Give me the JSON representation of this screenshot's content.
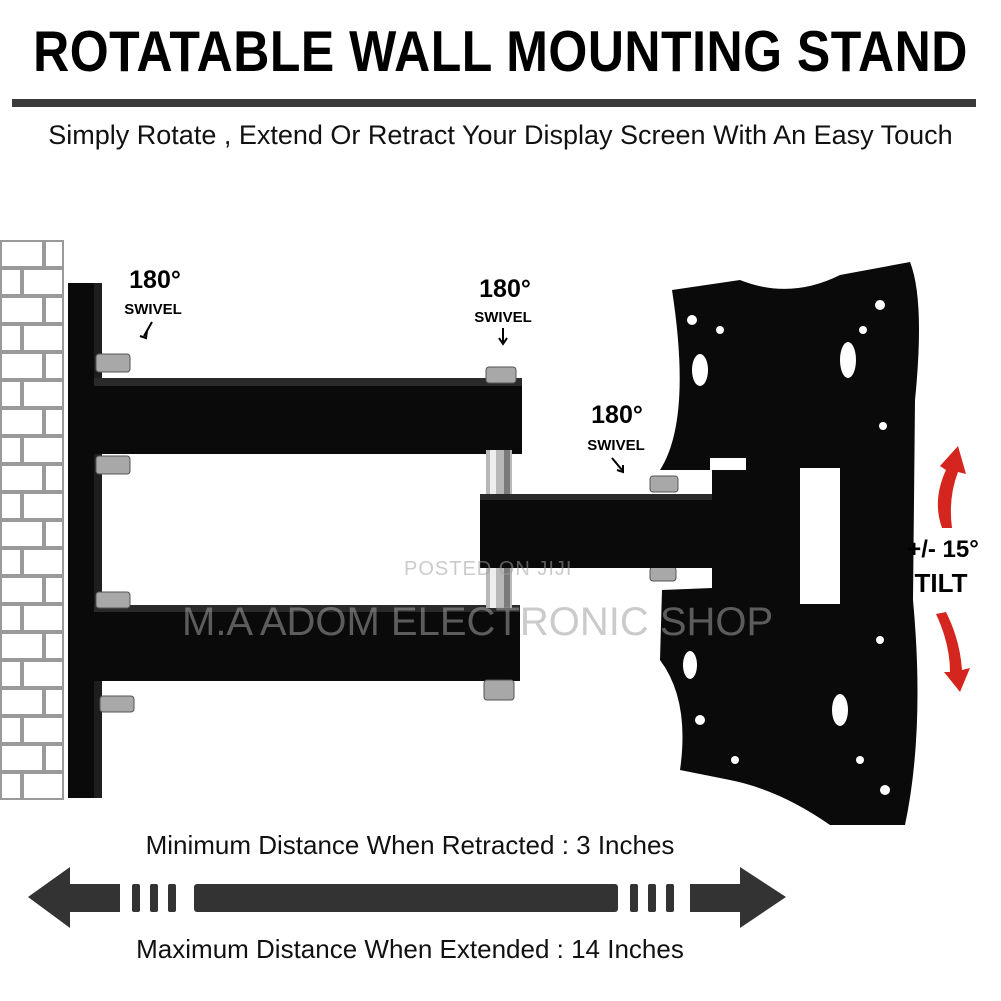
{
  "title": "ROTATABLE WALL MOUNTING STAND",
  "subtitle": "Simply Rotate , Extend Or Retract Your Display Screen With An Easy Touch",
  "swivel_labels": [
    {
      "angle": "180°",
      "word": "SWIVEL"
    },
    {
      "angle": "180°",
      "word": "SWIVEL"
    },
    {
      "angle": "180°",
      "word": "SWIVEL"
    }
  ],
  "tilt": {
    "value": "+/- 15°",
    "word": "TILT"
  },
  "distance": {
    "min_text": "Minimum Distance When Retracted : 3 Inches",
    "max_text": "Maximum Distance When Extended : 14 Inches"
  },
  "watermarks": {
    "posted": "POSTED ON JIJI",
    "shop": "M.A ADOM ELECTRONIC SHOP"
  },
  "colors": {
    "mount": "#0a0a0a",
    "arrow_red": "#d4261f",
    "brick_line": "#9a9a9a",
    "dark_arrow": "#333333"
  }
}
